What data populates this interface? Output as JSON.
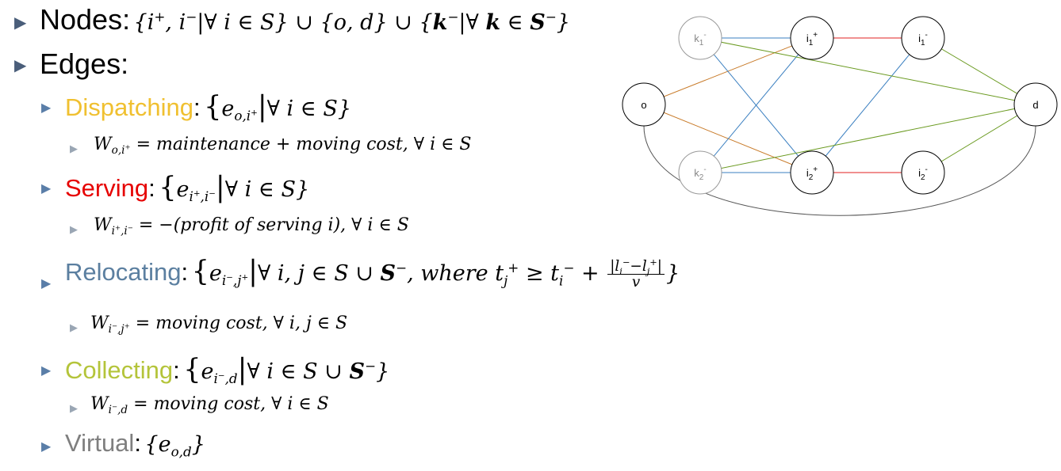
{
  "nodes_line": {
    "label": "Nodes:"
  },
  "edges_line": {
    "label": "Edges:"
  },
  "dispatching": {
    "label": "Dispatching",
    "color": "#f0c030",
    "weight_prefix": "W",
    "weight_rhs": "= maintenance + moving cost, ∀ i ∈ S"
  },
  "serving": {
    "label": "Serving",
    "color": "#e60000",
    "weight_prefix": "W",
    "weight_rhs": "= −(profit of serving i), ∀ i ∈ S"
  },
  "relocating": {
    "label": "Relocating",
    "color": "#5b7fa0",
    "weight_prefix": "W",
    "weight_rhs": "= moving cost, ∀ i, j ∈ S"
  },
  "collecting": {
    "label": "Collecting",
    "color": "#b4c43a",
    "weight_prefix": "W",
    "weight_rhs": "= moving cost, ∀ i ∈ S"
  },
  "virtual": {
    "label": "Virtual",
    "color": "#7f7f7f"
  },
  "graph": {
    "nodes": [
      {
        "id": "o",
        "text": "o",
        "sub": "",
        "sup": ""
      },
      {
        "id": "d",
        "text": "d",
        "sub": "",
        "sup": ""
      },
      {
        "id": "k1m",
        "text": "k",
        "sub": "1",
        "sup": "-"
      },
      {
        "id": "k2m",
        "text": "k",
        "sub": "2",
        "sup": "-"
      },
      {
        "id": "i1p",
        "text": "i",
        "sub": "1",
        "sup": "+"
      },
      {
        "id": "i2p",
        "text": "i",
        "sub": "2",
        "sup": "+"
      },
      {
        "id": "i1m",
        "text": "i",
        "sub": "1",
        "sup": "-"
      },
      {
        "id": "i2m",
        "text": "i",
        "sub": "2",
        "sup": "-"
      }
    ],
    "edges": [
      {
        "from": "o",
        "to": "i1p",
        "kind": "dispatch",
        "color": "#c87a28"
      },
      {
        "from": "o",
        "to": "i2p",
        "kind": "dispatch",
        "color": "#c87a28"
      },
      {
        "from": "i1p",
        "to": "i1m",
        "kind": "serve",
        "color": "#e02020"
      },
      {
        "from": "i2p",
        "to": "i2m",
        "kind": "serve",
        "color": "#e02020"
      },
      {
        "from": "k1m",
        "to": "i1p",
        "kind": "relocate",
        "color": "#3a7fc0"
      },
      {
        "from": "k1m",
        "to": "i2p",
        "kind": "relocate",
        "color": "#3a7fc0"
      },
      {
        "from": "k2m",
        "to": "i1p",
        "kind": "relocate",
        "color": "#3a7fc0"
      },
      {
        "from": "k2m",
        "to": "i2p",
        "kind": "relocate",
        "color": "#3a7fc0"
      },
      {
        "from": "i1m",
        "to": "i2p",
        "kind": "relocate",
        "color": "#3a7fc0"
      },
      {
        "from": "k1m",
        "to": "d",
        "kind": "collect",
        "color": "#6a9a20"
      },
      {
        "from": "k2m",
        "to": "d",
        "kind": "collect",
        "color": "#6a9a20"
      },
      {
        "from": "i1m",
        "to": "d",
        "kind": "collect",
        "color": "#6a9a20"
      },
      {
        "from": "i2m",
        "to": "d",
        "kind": "collect",
        "color": "#6a9a20"
      },
      {
        "from": "o",
        "to": "d",
        "kind": "virtual",
        "color": "#555555"
      }
    ]
  }
}
